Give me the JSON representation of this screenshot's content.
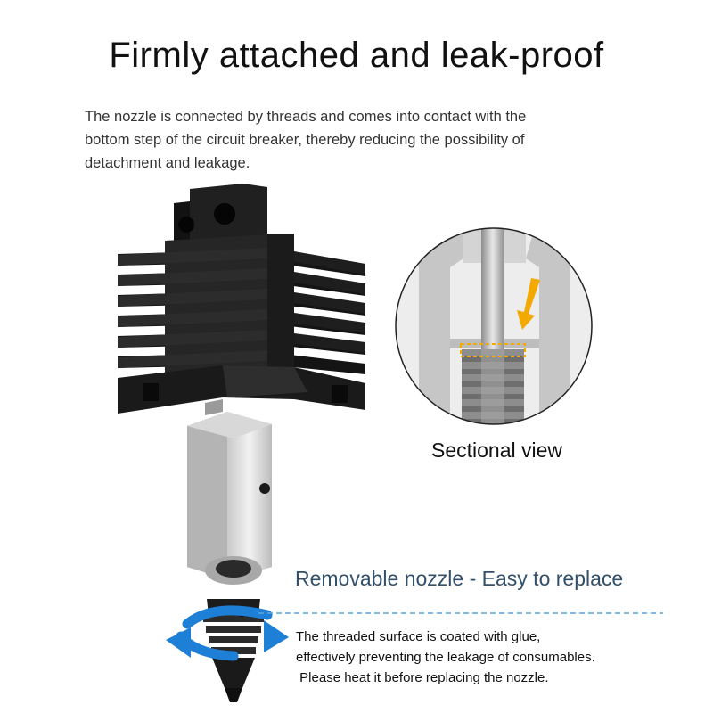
{
  "title": "Firmly attached and leak-proof",
  "intro_lines": [
    "The nozzle is connected by threads and comes into contact with the",
    "bottom step of the circuit breaker, thereby reducing the possibility of",
    "detachment and leakage."
  ],
  "sectional_view_label": "Sectional view",
  "removable_label": "Removable nozzle - Easy to replace",
  "note_lines": [
    "The threaded surface is coated with glue,",
    "effectively preventing the leakage of consumables.",
    " Please heat it before replacing the nozzle."
  ],
  "colors": {
    "heatsink": "#1a1a1a",
    "metal": "#b8b8b8",
    "arrow_blue": "#1e7fd6",
    "highlight_yellow": "#f2a900",
    "dashed_line": "#5aa6d8",
    "subtitle_color": "#33506a"
  }
}
